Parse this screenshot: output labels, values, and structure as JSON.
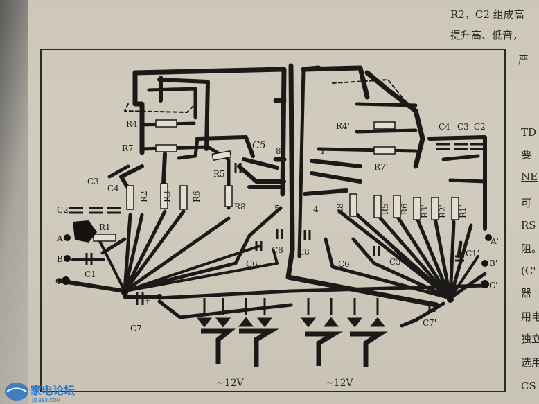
{
  "book_text": {
    "right_lines": [
      "R2，C2 组成高",
      "提升高、低音，",
      "严"
    ],
    "margin": [
      "TD",
      "要",
      "NE",
      "可",
      "RS",
      "阻。",
      "(C'",
      "器",
      "用电",
      "独立",
      "选用",
      "CS 直"
    ]
  },
  "left_board": {
    "resistors": [
      "R4",
      "R7",
      "R5",
      "R8",
      "R1",
      "R2",
      "R3",
      "R6"
    ],
    "capacitors": [
      "C5",
      "C3",
      "C4",
      "C2",
      "C1",
      "C6",
      "C7"
    ],
    "polarity_mark": "+",
    "pins": [
      "8",
      "5"
    ],
    "terminals": [
      "A",
      "B",
      "C"
    ],
    "supply": "~12V"
  },
  "right_board": {
    "resistors": [
      "R4'",
      "R7'",
      "R8'",
      "R5'",
      "R6'",
      "R3'",
      "R2'",
      "R1'"
    ],
    "capacitors": [
      "C4",
      "C3",
      "C2",
      "C1'",
      "C6'",
      "C5'",
      "C7'"
    ],
    "shared_capacitor": "C8",
    "pins": [
      "1",
      "4"
    ],
    "terminals": [
      "A'",
      "B'",
      "C'"
    ],
    "supply": "~12V"
  },
  "watermark": {
    "logo_text": "家电论坛",
    "site": "JD.888.COM"
  }
}
